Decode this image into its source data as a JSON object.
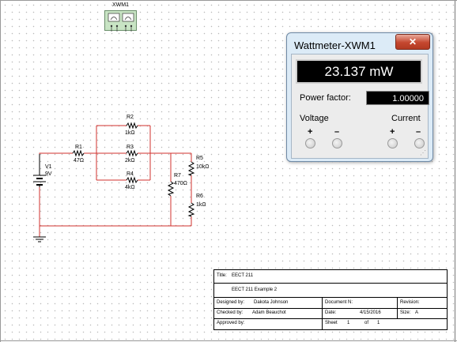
{
  "instrument": {
    "label": "XWM1"
  },
  "wattmeter": {
    "window_title": "Wattmeter-XWM1",
    "close_symbol": "✕",
    "reading": "23.137 mW",
    "power_factor_label": "Power factor:",
    "power_factor_value": "1.00000",
    "voltage_label": "Voltage",
    "current_label": "Current",
    "plus": "+",
    "minus": "–",
    "grip": "⋰"
  },
  "components": {
    "v1": {
      "name": "V1",
      "value": "9V"
    },
    "r1": {
      "name": "R1",
      "value": "47Ω"
    },
    "r2": {
      "name": "R2",
      "value": "1kΩ"
    },
    "r3": {
      "name": "R3",
      "value": "2kΩ"
    },
    "r4": {
      "name": "R4",
      "value": "4kΩ"
    },
    "r5": {
      "name": "R5",
      "value": "10kΩ"
    },
    "r6": {
      "name": "R6",
      "value": "1kΩ"
    },
    "r7": {
      "name": "R7",
      "value": "470Ω"
    }
  },
  "colors": {
    "wire": "#d0312d",
    "title_block_border": "#000000",
    "window_bg": "#dcebf7"
  },
  "title_block": {
    "title_label": "Title:",
    "title_value": "EECT 211",
    "subtitle": "EECT 211 Example 2",
    "designed_label": "Designed by:",
    "designed_value": "Dakota Johnson",
    "docno_label": "Document N:",
    "revision_label": "Revision:",
    "checked_label": "Checked by:",
    "checked_value": "Adam Beauchot",
    "date_label": "Date:",
    "date_value": "4/15/2016",
    "size_label": "Size:",
    "size_value": "A",
    "approved_label": "Approved by:",
    "sheet_label": "Sheet",
    "sheet_value": "1",
    "of_label": "of",
    "of_value": "1"
  }
}
